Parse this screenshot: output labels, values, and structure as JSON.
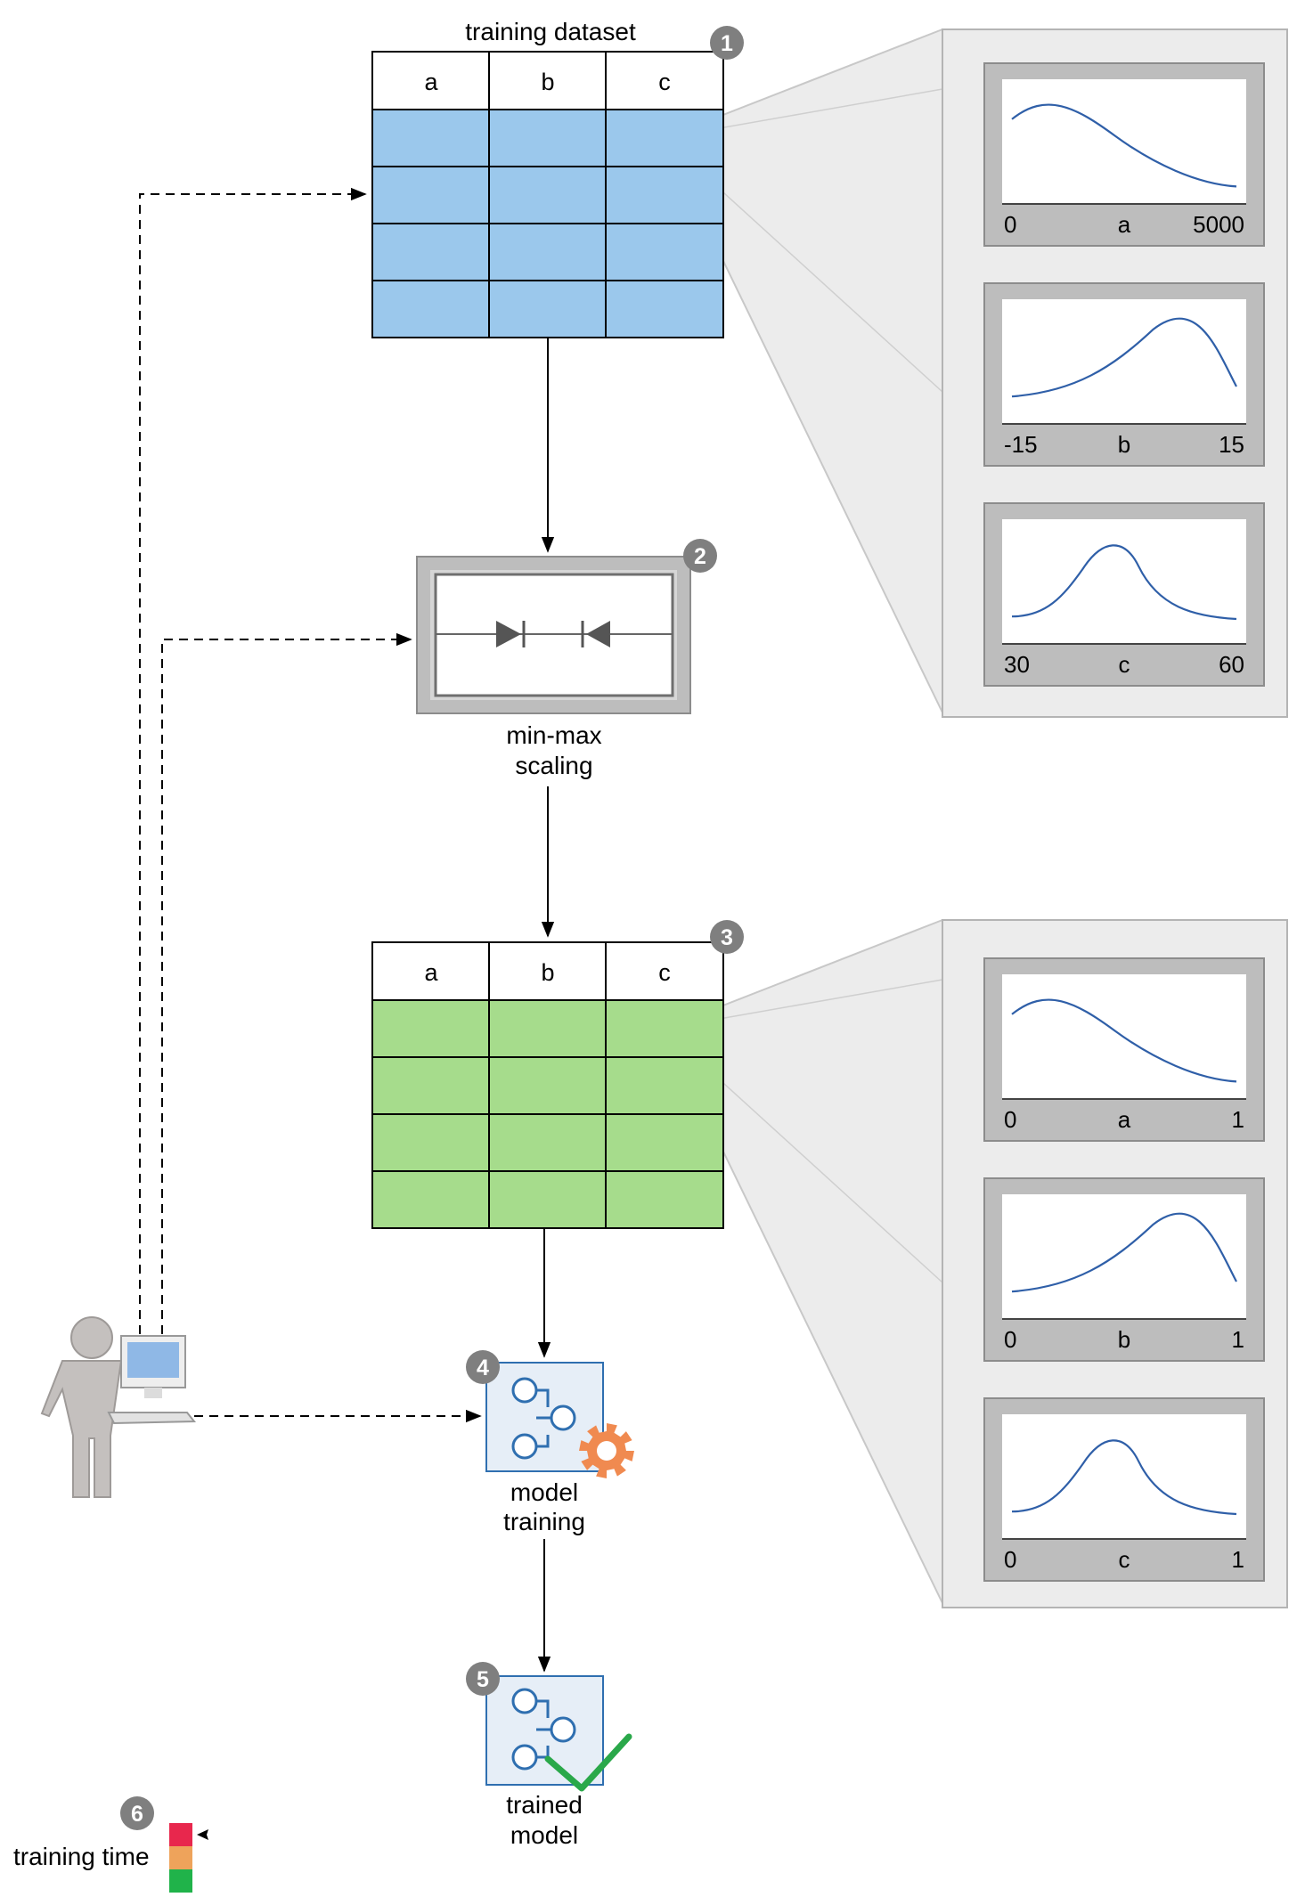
{
  "diagram": {
    "dataset_title": "training dataset",
    "raw_table": {
      "headers": [
        "a",
        "b",
        "c"
      ],
      "rows": 4,
      "fill": "#9bc8ec"
    },
    "scaled_table": {
      "headers": [
        "a",
        "b",
        "c"
      ],
      "rows": 4,
      "fill": "#a6dc8c"
    },
    "scaling_label": [
      "min-max",
      "scaling"
    ],
    "training_label": [
      "model",
      "training"
    ],
    "trained_label": [
      "trained",
      "model"
    ],
    "time_label": "training time",
    "badges": [
      "1",
      "2",
      "3",
      "4",
      "5",
      "6"
    ],
    "raw_distributions": [
      {
        "feature": "a",
        "min": "0",
        "max": "5000"
      },
      {
        "feature": "b",
        "min": "-15",
        "max": "15"
      },
      {
        "feature": "c",
        "min": "30",
        "max": "60"
      }
    ],
    "scaled_distributions": [
      {
        "feature": "a",
        "min": "0",
        "max": "1"
      },
      {
        "feature": "b",
        "min": "0",
        "max": "1"
      },
      {
        "feature": "c",
        "min": "0",
        "max": "1"
      }
    ],
    "time_bar": {
      "levels": [
        "high",
        "medium",
        "low"
      ],
      "indicator": "high"
    },
    "icons": {
      "user": "person-at-computer-icon",
      "scaler": "min-max-scaler-icon",
      "network": "model-network-icon",
      "gear": "gear-icon",
      "check": "checkmark-icon"
    },
    "colors": {
      "raw_table": "#9bc8ec",
      "scaled_table": "#a6dc8c",
      "badge": "#7f7f7f",
      "curve": "#2f5fa8",
      "gear": "#f08a50",
      "check": "#2aa84a",
      "time_high": "#e8274d",
      "time_mid": "#eea35b",
      "time_low": "#20b34a"
    }
  }
}
